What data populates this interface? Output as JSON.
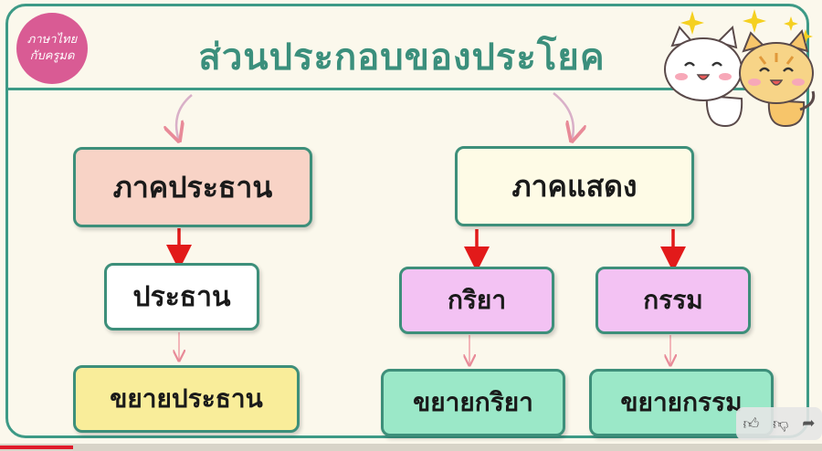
{
  "logo": {
    "line1": "ภาษาไทย",
    "line2": "กับครูมด"
  },
  "title": "ส่วนประกอบของประโยค",
  "nodes": {
    "subject_part": "ภาคประธาน",
    "predicate_part": "ภาคแสดง",
    "subject": "ประธาน",
    "subject_modifier": "ขยายประธาน",
    "verb": "กริยา",
    "verb_modifier": "ขยายกริยา",
    "object": "กรรม",
    "object_modifier": "ขยายกรรม"
  },
  "colors": {
    "frame": "#3d9a86",
    "subject_part": "#f8d3c6",
    "predicate_part": "#fefbe6",
    "subject": "#ffffff",
    "subject_modifier": "#f9ed9a",
    "verb": "#f3c2f3",
    "object": "#f3c2f3",
    "modifier_green": "#9be8c8",
    "red_arrow": "#e21a1a",
    "pink_arrow": "#f0a0a8"
  },
  "icons": {
    "logo": "teacher-logo",
    "cats": "cat-stickers-icon",
    "like": "thumbs-up-icon",
    "dislike": "thumbs-down-icon",
    "share": "share-icon"
  }
}
